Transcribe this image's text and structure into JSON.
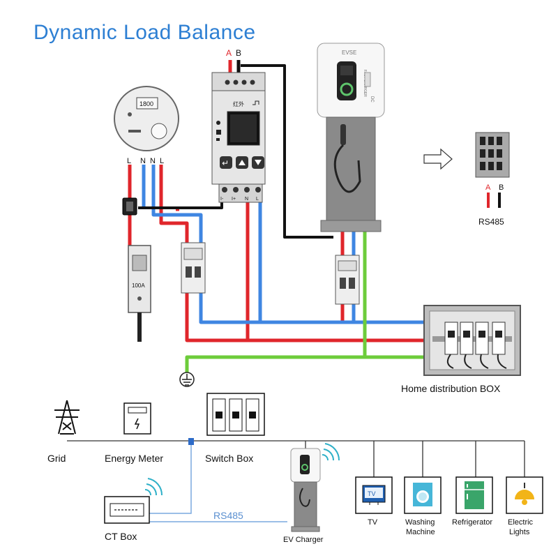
{
  "title": "Dynamic Load Balance",
  "colors": {
    "title": "#2d7fd3",
    "live": "#e0262b",
    "neutral": "#3f86e2",
    "earth": "#6dcc3b",
    "signal": "#111111",
    "rs485": "#7aa9df"
  },
  "wiring": {
    "terminal_a": "A",
    "terminal_b": "B",
    "meter_inputs": [
      "L",
      "N",
      "N",
      "L"
    ],
    "meter_display": "1800",
    "breaker_rating": "100A",
    "energy_meter_terminals": [
      "I-",
      "I+",
      "N",
      "L"
    ],
    "energy_meter_label": "红外",
    "evse_brand": "EVSE",
    "evse_side_text": "FAST CHARGER",
    "evse_side_code": "DC"
  },
  "rs485_detail": {
    "a_label": "A",
    "b_label": "B",
    "caption": "RS485"
  },
  "home_box_label": "Home distribution BOX",
  "bottom": {
    "grid_label": "Grid",
    "energy_meter_label": "Energy Meter",
    "switch_box_label": "Switch Box",
    "ct_box_label": "CT Box",
    "rs485_label": "RS485",
    "ev_charger_label": "EV Charger",
    "appliances": [
      {
        "label_line1": "TV",
        "label_line2": "",
        "icon": "tv-icon",
        "icon_text": "TV"
      },
      {
        "label_line1": "Washing",
        "label_line2": "Machine",
        "icon": "washing-machine-icon"
      },
      {
        "label_line1": "Refrigerator",
        "label_line2": "",
        "icon": "refrigerator-icon"
      },
      {
        "label_line1": "Electric",
        "label_line2": "Lights",
        "icon": "light-bulb-icon"
      }
    ]
  }
}
